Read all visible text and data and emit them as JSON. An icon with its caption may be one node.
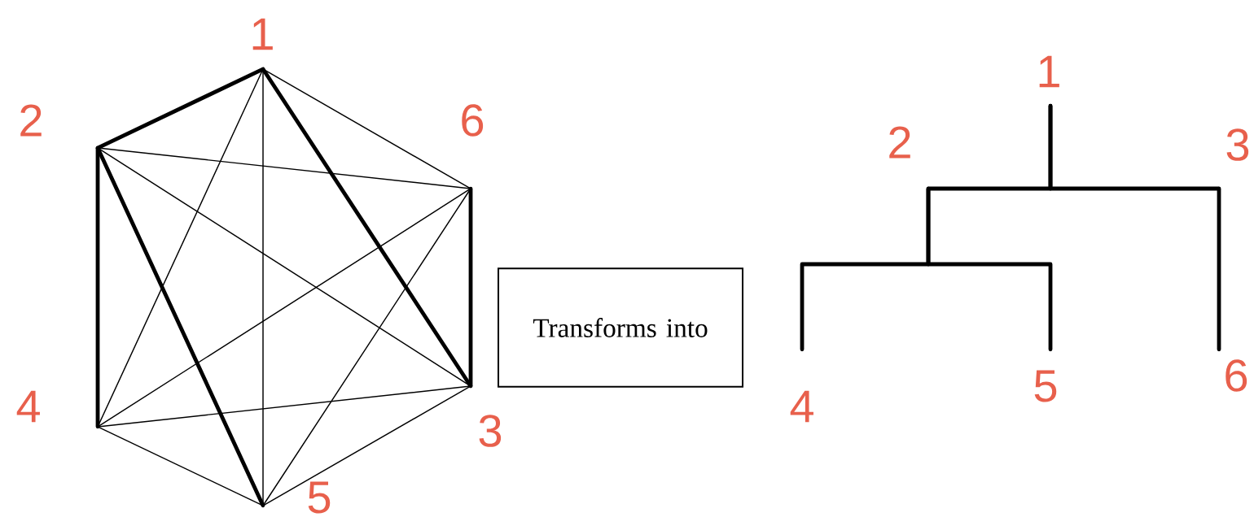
{
  "diagram": {
    "nodes": [
      {
        "text": [
          "1"
        ]
      },
      {
        "text": [
          "2"
        ]
      },
      {
        "text": [
          "6"
        ]
      },
      {
        "text": [
          "4"
        ]
      },
      {
        "text": [
          "3"
        ]
      },
      {
        "text": [
          "5"
        ]
      },
      {
        "text": [
          "Transforms into"
        ]
      },
      {
        "text": [
          "1"
        ]
      },
      {
        "text": [
          "2"
        ]
      },
      {
        "text": [
          "3"
        ]
      },
      {
        "text": [
          "4"
        ]
      },
      {
        "text": [
          "5"
        ]
      },
      {
        "text": [
          "6"
        ]
      }
    ],
    "edges": [
      {
        "from": 0,
        "to": 1,
        "arrow": "none",
        "style": "thick"
      },
      {
        "from": 0,
        "to": 2,
        "arrow": "none"
      },
      {
        "from": 0,
        "to": 3,
        "arrow": "none"
      },
      {
        "from": 0,
        "to": 4,
        "arrow": "none",
        "style": "thick"
      },
      {
        "from": 0,
        "to": 5,
        "arrow": "none"
      },
      {
        "from": 1,
        "to": 2,
        "arrow": "none"
      },
      {
        "from": 1,
        "to": 3,
        "arrow": "none",
        "style": "thick"
      },
      {
        "from": 1,
        "to": 4,
        "arrow": "none"
      },
      {
        "from": 1,
        "to": 5,
        "arrow": "none",
        "style": "thick"
      },
      {
        "from": 2,
        "to": 3,
        "arrow": "none"
      },
      {
        "from": 2,
        "to": 4,
        "arrow": "none",
        "style": "thick"
      },
      {
        "from": 2,
        "to": 5,
        "arrow": "none"
      },
      {
        "from": 3,
        "to": 4,
        "arrow": "none"
      },
      {
        "from": 3,
        "to": 5,
        "arrow": "none"
      },
      {
        "from": 4,
        "to": 5,
        "arrow": "none"
      },
      {
        "from": 7,
        "to": 8,
        "arrow": "none",
        "style": "thick"
      },
      {
        "from": 7,
        "to": 9,
        "arrow": "none",
        "style": "thick"
      },
      {
        "from": 8,
        "to": 10,
        "arrow": "none",
        "style": "thick"
      },
      {
        "from": 8,
        "to": 11,
        "arrow": "none",
        "style": "thick"
      },
      {
        "from": 9,
        "to": 12,
        "arrow": "none",
        "style": "thick"
      }
    ]
  }
}
